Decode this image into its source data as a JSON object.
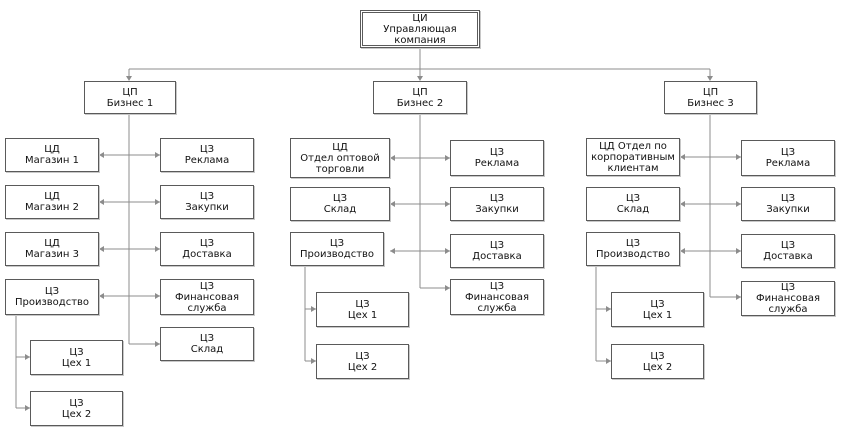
{
  "title_node": {
    "code": "ЦИ",
    "label": "Управляющая компания"
  },
  "business1": {
    "head": {
      "code": "ЦП",
      "label": "Бизнес 1"
    },
    "left": [
      {
        "code": "ЦД",
        "label": "Магазин 1"
      },
      {
        "code": "ЦД",
        "label": "Магазин 2"
      },
      {
        "code": "ЦД",
        "label": "Магазин 3"
      },
      {
        "code": "ЦЗ",
        "label": "Производство"
      }
    ],
    "right": [
      {
        "code": "ЦЗ",
        "label": "Реклама"
      },
      {
        "code": "ЦЗ",
        "label": "Закупки"
      },
      {
        "code": "ЦЗ",
        "label": "Доставка"
      },
      {
        "code": "ЦЗ",
        "label1": "Финансовая",
        "label2": "служба"
      },
      {
        "code": "ЦЗ",
        "label": "Склад"
      }
    ],
    "workshops": [
      {
        "code": "ЦЗ",
        "label": "Цех 1"
      },
      {
        "code": "ЦЗ",
        "label": "Цех 2"
      }
    ]
  },
  "business2": {
    "head": {
      "code": "ЦП",
      "label": "Бизнес 2"
    },
    "left": [
      {
        "code": "ЦД",
        "label1": "Отдел оптовой",
        "label2": "торговли"
      },
      {
        "code": "ЦЗ",
        "label": "Склад"
      },
      {
        "code": "ЦЗ",
        "label": "Производство"
      }
    ],
    "right": [
      {
        "code": "ЦЗ",
        "label": "Реклама"
      },
      {
        "code": "ЦЗ",
        "label": "Закупки"
      },
      {
        "code": "ЦЗ",
        "label": "Доставка"
      },
      {
        "code": "ЦЗ",
        "label1": "Финансовая",
        "label2": "служба"
      }
    ],
    "workshops": [
      {
        "code": "ЦЗ",
        "label": "Цех 1"
      },
      {
        "code": "ЦЗ",
        "label": "Цех 2"
      }
    ]
  },
  "business3": {
    "head": {
      "code": "ЦП",
      "label": "Бизнес 3"
    },
    "left": [
      {
        "code": "ЦД Отдел по",
        "label1": "корпоративным",
        "label2": "клиентам"
      },
      {
        "code": "ЦЗ",
        "label": "Склад"
      },
      {
        "code": "ЦЗ",
        "label": "Производство"
      }
    ],
    "right": [
      {
        "code": "ЦЗ",
        "label": "Реклама"
      },
      {
        "code": "ЦЗ",
        "label": "Закупки"
      },
      {
        "code": "ЦЗ",
        "label": "Доставка"
      },
      {
        "code": "ЦЗ",
        "label1": "Финансовая",
        "label2": "служба"
      }
    ],
    "workshops": [
      {
        "code": "ЦЗ",
        "label": "Цех 1"
      },
      {
        "code": "ЦЗ",
        "label": "Цех 2"
      }
    ]
  }
}
